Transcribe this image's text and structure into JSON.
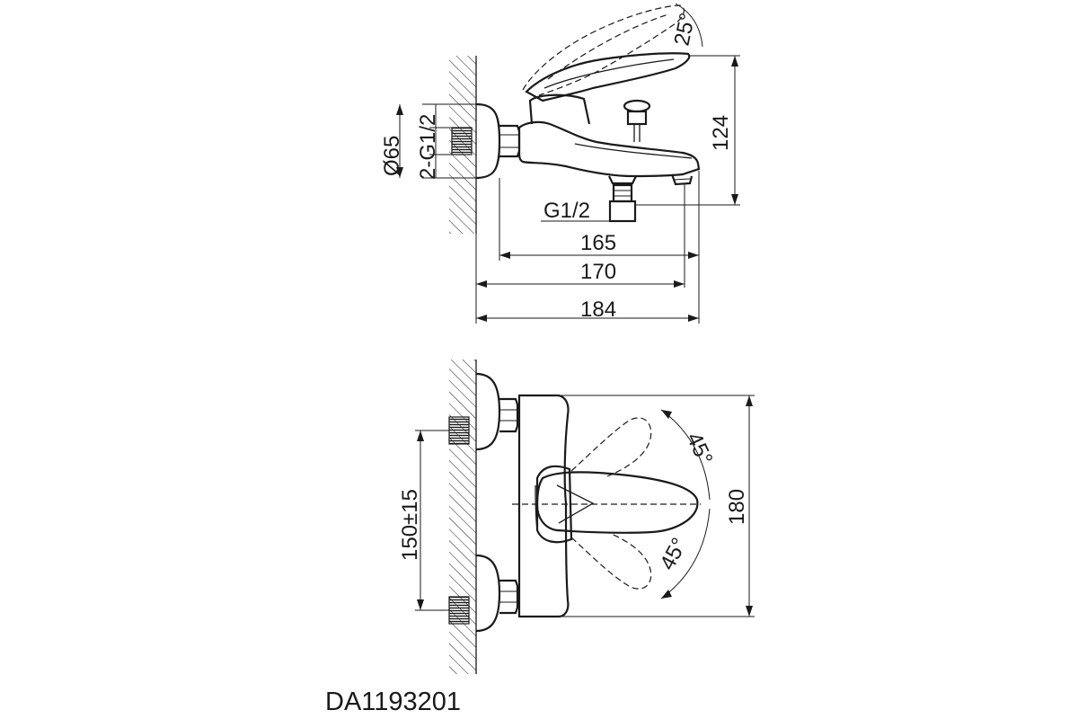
{
  "model_code": "DA1193201",
  "side_view": {
    "dim_lever_angle": "25°",
    "dim_height": "124",
    "dim_flange_diameter": "Ø65",
    "dim_inlet_thread": "2-G1/2",
    "dim_outlet_thread": "G1/2",
    "dim_length_1": "165",
    "dim_length_2": "170",
    "dim_length_3": "184"
  },
  "top_view": {
    "dim_angle_upper": "45°",
    "dim_angle_lower": "45°",
    "dim_center_distance": "150±15",
    "dim_width": "180"
  }
}
